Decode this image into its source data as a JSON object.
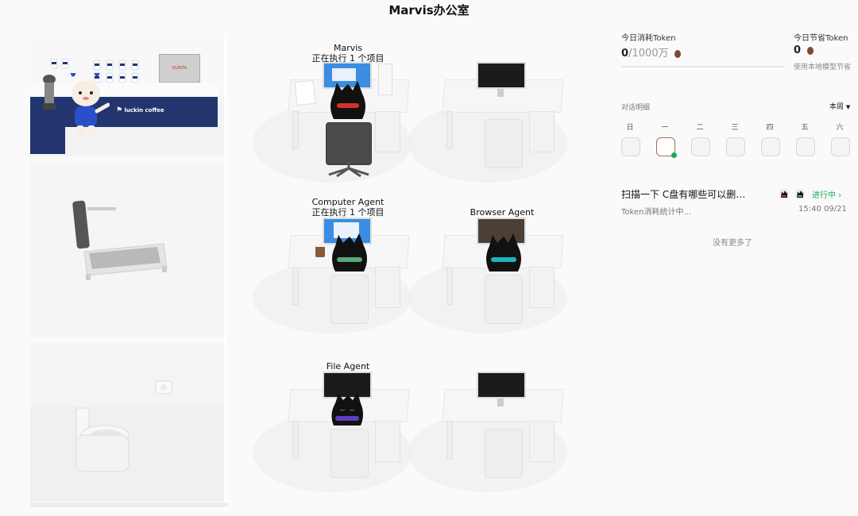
{
  "title": "Marvis办公室",
  "room": {
    "coffee_logo": "luckin coffee",
    "espresso_brand": "ELEKTA"
  },
  "agents": [
    {
      "name": "Marvis",
      "status": "正在执行 1 个项目"
    },
    {
      "name": "Computer Agent",
      "status": "正在执行 1 个项目"
    },
    {
      "name": "Browser Agent",
      "status": ""
    },
    {
      "name": "File Agent",
      "status": ""
    }
  ],
  "stats": {
    "today_used_label": "今日消耗Token",
    "today_used_value": "0",
    "today_used_sep": "/",
    "today_used_limit": "1000万",
    "today_saved_label": "今日节省Token",
    "today_saved_value": "0",
    "today_saved_note": "使用本地模型节省",
    "usage_fraction": 0
  },
  "conversation": {
    "header": "对话明细",
    "range_selector": "本周",
    "days": [
      "日",
      "一",
      "二",
      "三",
      "四",
      "五",
      "六"
    ],
    "selected_day_index": 1,
    "items": [
      {
        "title": "扫描一下 C盘有哪些可以删…",
        "status": "进行中",
        "subtitle": "Token消耗统计中...",
        "time": "15:40 09/21"
      }
    ],
    "no_more": "没有更多了"
  },
  "colors": {
    "accent_green": "#1aad4f",
    "selected_day_border": "#a86b5b",
    "coffee_blue": "#22356e",
    "marvis_collar": "#d6302a",
    "computer_collar": "#5aa87a",
    "browser_collar": "#1fb5b8",
    "file_collar": "#5c3ec6"
  },
  "icons": [
    "coffee-bean-icon",
    "chevron-down-icon",
    "chevron-right-icon",
    "cat-avatar-icon"
  ]
}
